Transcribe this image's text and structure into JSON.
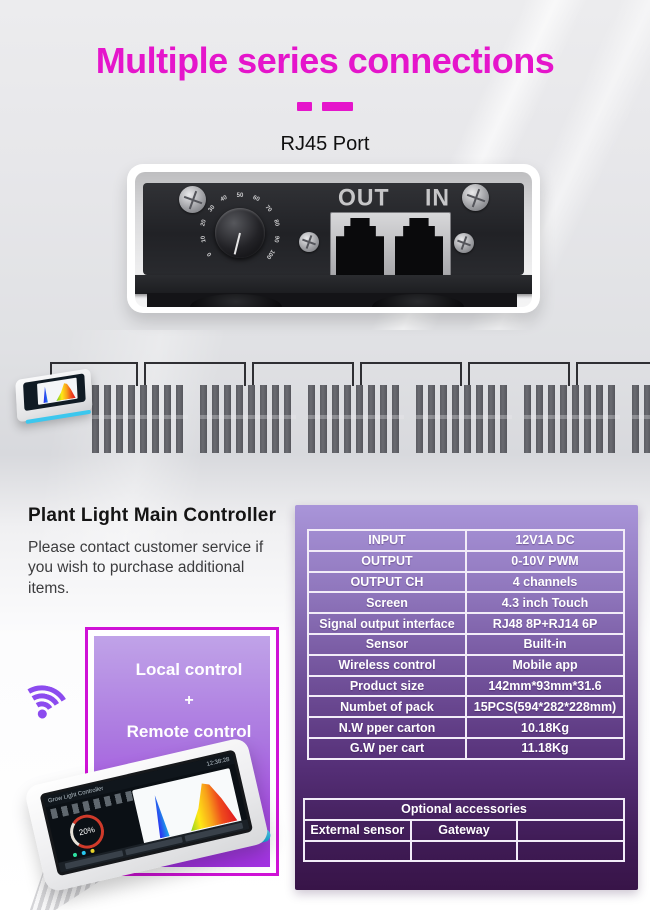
{
  "title": "Multiple series connections",
  "colors": {
    "accent_magenta": "#e515cb",
    "panel_purple_top": "#a995d9",
    "panel_purple_bottom": "#381448",
    "control_box_border": "#cf12d6",
    "wifi_purple": "#8c4bef",
    "device_cyan": "#2fc0ea"
  },
  "photo": {
    "label": "RJ45 Port",
    "out_label": "OUT",
    "in_label": "IN",
    "dial_scale": [
      "0",
      "10",
      "20",
      "30",
      "40",
      "50",
      "60",
      "70",
      "80",
      "90",
      "100"
    ]
  },
  "info": {
    "heading": "Plant Light Main Controller",
    "note": "Please contact customer service if you wish to purchase additional items.",
    "control_box": {
      "line1": "Local control",
      "plus": "+",
      "line2": "Remote control"
    }
  },
  "controller_screen": {
    "title": "Grow Light Controller",
    "time": "12:38:28",
    "dim_percent": "20%"
  },
  "spec_table": {
    "rows": [
      {
        "label": "INPUT",
        "value": "12V1A DC"
      },
      {
        "label": "OUTPUT",
        "value": "0-10V  PWM"
      },
      {
        "label": "OUTPUT CH",
        "value": "4 channels"
      },
      {
        "label": "Screen",
        "value": "4.3 inch  Touch"
      },
      {
        "label": "Signal output interface",
        "value": "RJ48  8P+RJ14 6P"
      },
      {
        "label": "Sensor",
        "value": "Built-in"
      },
      {
        "label": "Wireless control",
        "value": "Mobile app"
      },
      {
        "label": "Product size",
        "value": "142mm*93mm*31.6"
      },
      {
        "label": "Numbet of pack",
        "value": "15PCS(594*282*228mm)"
      },
      {
        "label": "N.W pper carton",
        "value": "10.18Kg"
      },
      {
        "label": "G.W per cart",
        "value": "11.18Kg"
      }
    ]
  },
  "accessories_table": {
    "header": "Optional accessories",
    "row1": [
      "External sensor",
      "Gateway",
      ""
    ],
    "row2": [
      "",
      "",
      ""
    ]
  }
}
